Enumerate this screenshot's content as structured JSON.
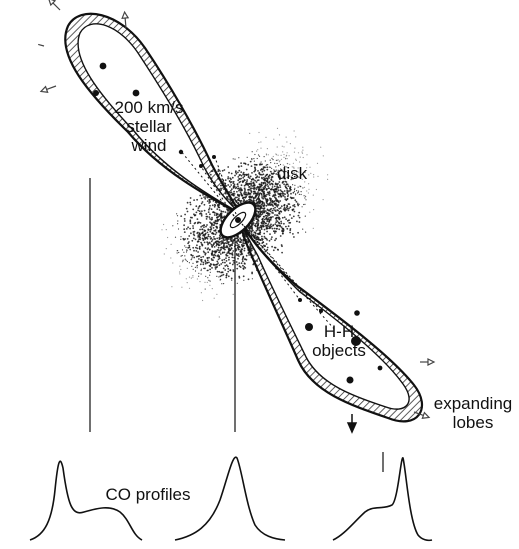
{
  "labels": {
    "wind_speed": "200 km/s",
    "wind_line1": "stellar",
    "wind_line2": "wind",
    "disk": "disk",
    "hh_line1": "H-H",
    "hh_line2": "objects",
    "lobes_line1": "expanding",
    "lobes_line2": "lobes",
    "co_profiles": "CO profiles"
  },
  "colors": {
    "ink": "#111111",
    "hatch": "#333333",
    "dust": "#1a1a1a",
    "background": "#ffffff"
  }
}
